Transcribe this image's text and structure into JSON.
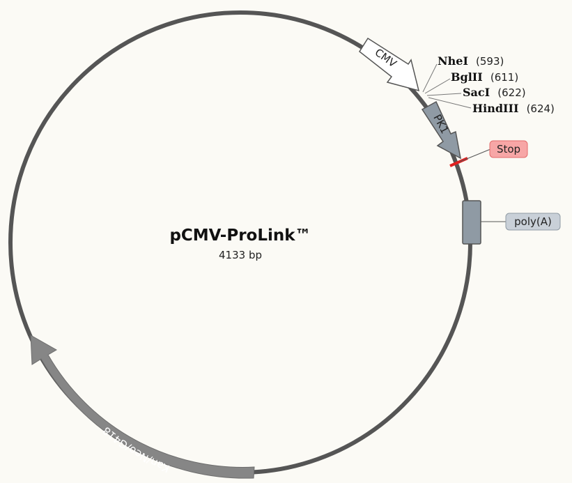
{
  "plasmid": {
    "name": "pCMV-ProLink™",
    "size": "4133 bp"
  },
  "features": {
    "cmv": {
      "label": "CMV",
      "fill": "#ffffff",
      "stroke": "#555555"
    },
    "pk1": {
      "label": "PK1",
      "fill": "#8f9aa4",
      "stroke": "#555555"
    },
    "polya": {
      "label": "poly(A)",
      "fill": "#8f9aa4",
      "tag_fill": "#c9d0d8"
    },
    "kan": {
      "label": "Kan/Neo/G418",
      "fill": "#868686",
      "stroke": "#6d6d6d"
    },
    "stop": {
      "label": "Stop",
      "fill": "#f7a6a6",
      "stroke": "#e36b6b",
      "mark_color": "#e02020"
    }
  },
  "sites": [
    {
      "name": "NheI",
      "pos": "(593)"
    },
    {
      "name": "BglII",
      "pos": "(611)"
    },
    {
      "name": "SacI",
      "pos": "(622)"
    },
    {
      "name": "HindIII",
      "pos": "(624)"
    }
  ],
  "colors": {
    "backbone": "#555555",
    "background": "#fbfaf5"
  }
}
